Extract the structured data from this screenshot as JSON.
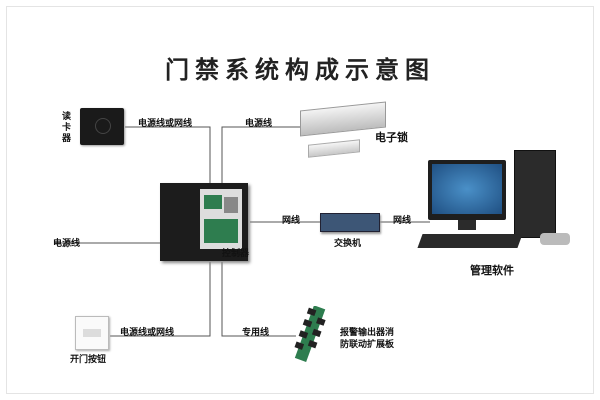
{
  "title": "门禁系统构成示意图",
  "nodes": {
    "card_reader": "读卡器",
    "e_lock": "电子锁",
    "controller": "控制器",
    "switch": "交换机",
    "management": "管理软件",
    "door_button": "开门按钮",
    "alarm_output": [
      "报警输出器消",
      "防联动扩展板"
    ]
  },
  "links": {
    "reader_link": "电源线或网线",
    "lock_link": "电源线",
    "power_in": "电源线",
    "net_to_switch": "网线",
    "net_to_pc": "网线",
    "button_link": "电源线或网线",
    "alarm_link": "专用线"
  },
  "colors": {
    "wire": "#555555",
    "panel": "#1c1c1c",
    "screen": "#2a6fb0",
    "switch_body": "#3d5676",
    "board": "#2e7d4f"
  }
}
